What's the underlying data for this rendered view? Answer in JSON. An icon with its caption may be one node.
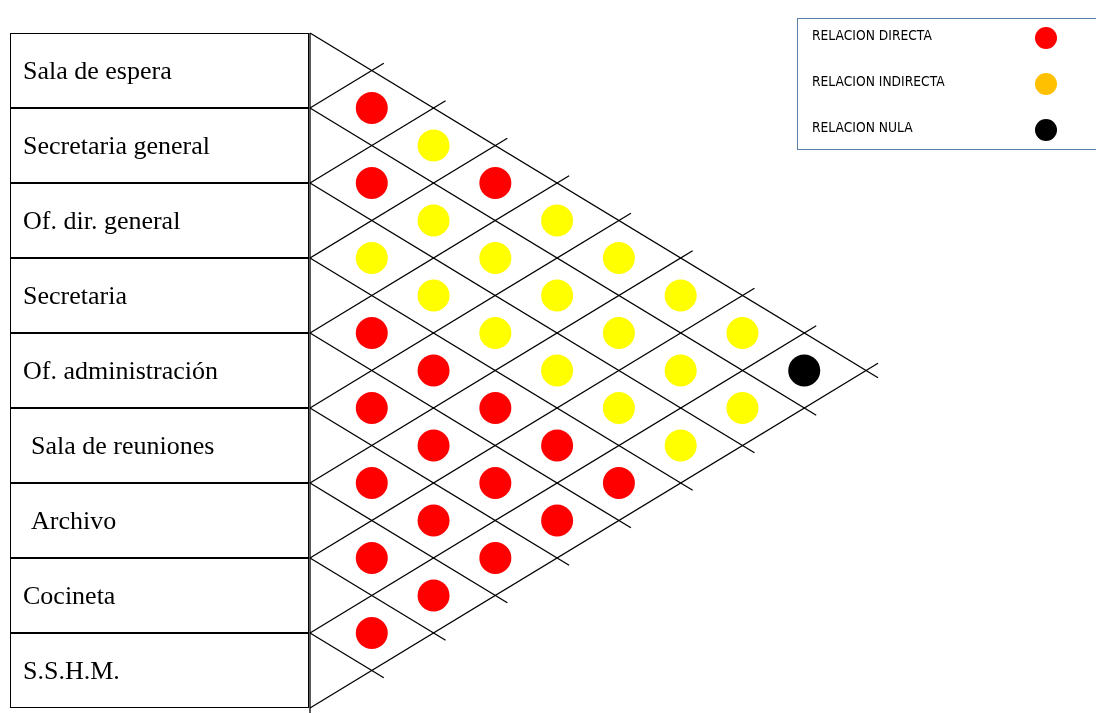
{
  "diagram": {
    "nodes": [
      {
        "text": [
          "Sala de espera"
        ]
      },
      {
        "text": [
          "Secretaria general"
        ]
      },
      {
        "text": [
          "Of. dir. general"
        ]
      },
      {
        "text": [
          "Secretaria"
        ]
      },
      {
        "text": [
          "Of. administración"
        ]
      },
      {
        "text": [
          "Sala de reuniones"
        ]
      },
      {
        "text": [
          "Archivo"
        ]
      },
      {
        "text": [
          "Cocineta"
        ]
      },
      {
        "text": [
          "S.S.H.M."
        ]
      }
    ],
    "legend": [
      {
        "text": "RELACION DIRECTA",
        "color": "#ff0000"
      },
      {
        "text": "RELACION INDIRECTA",
        "color": "#ffc000"
      },
      {
        "text": "RELACION NULA",
        "color": "#000000"
      }
    ]
  }
}
